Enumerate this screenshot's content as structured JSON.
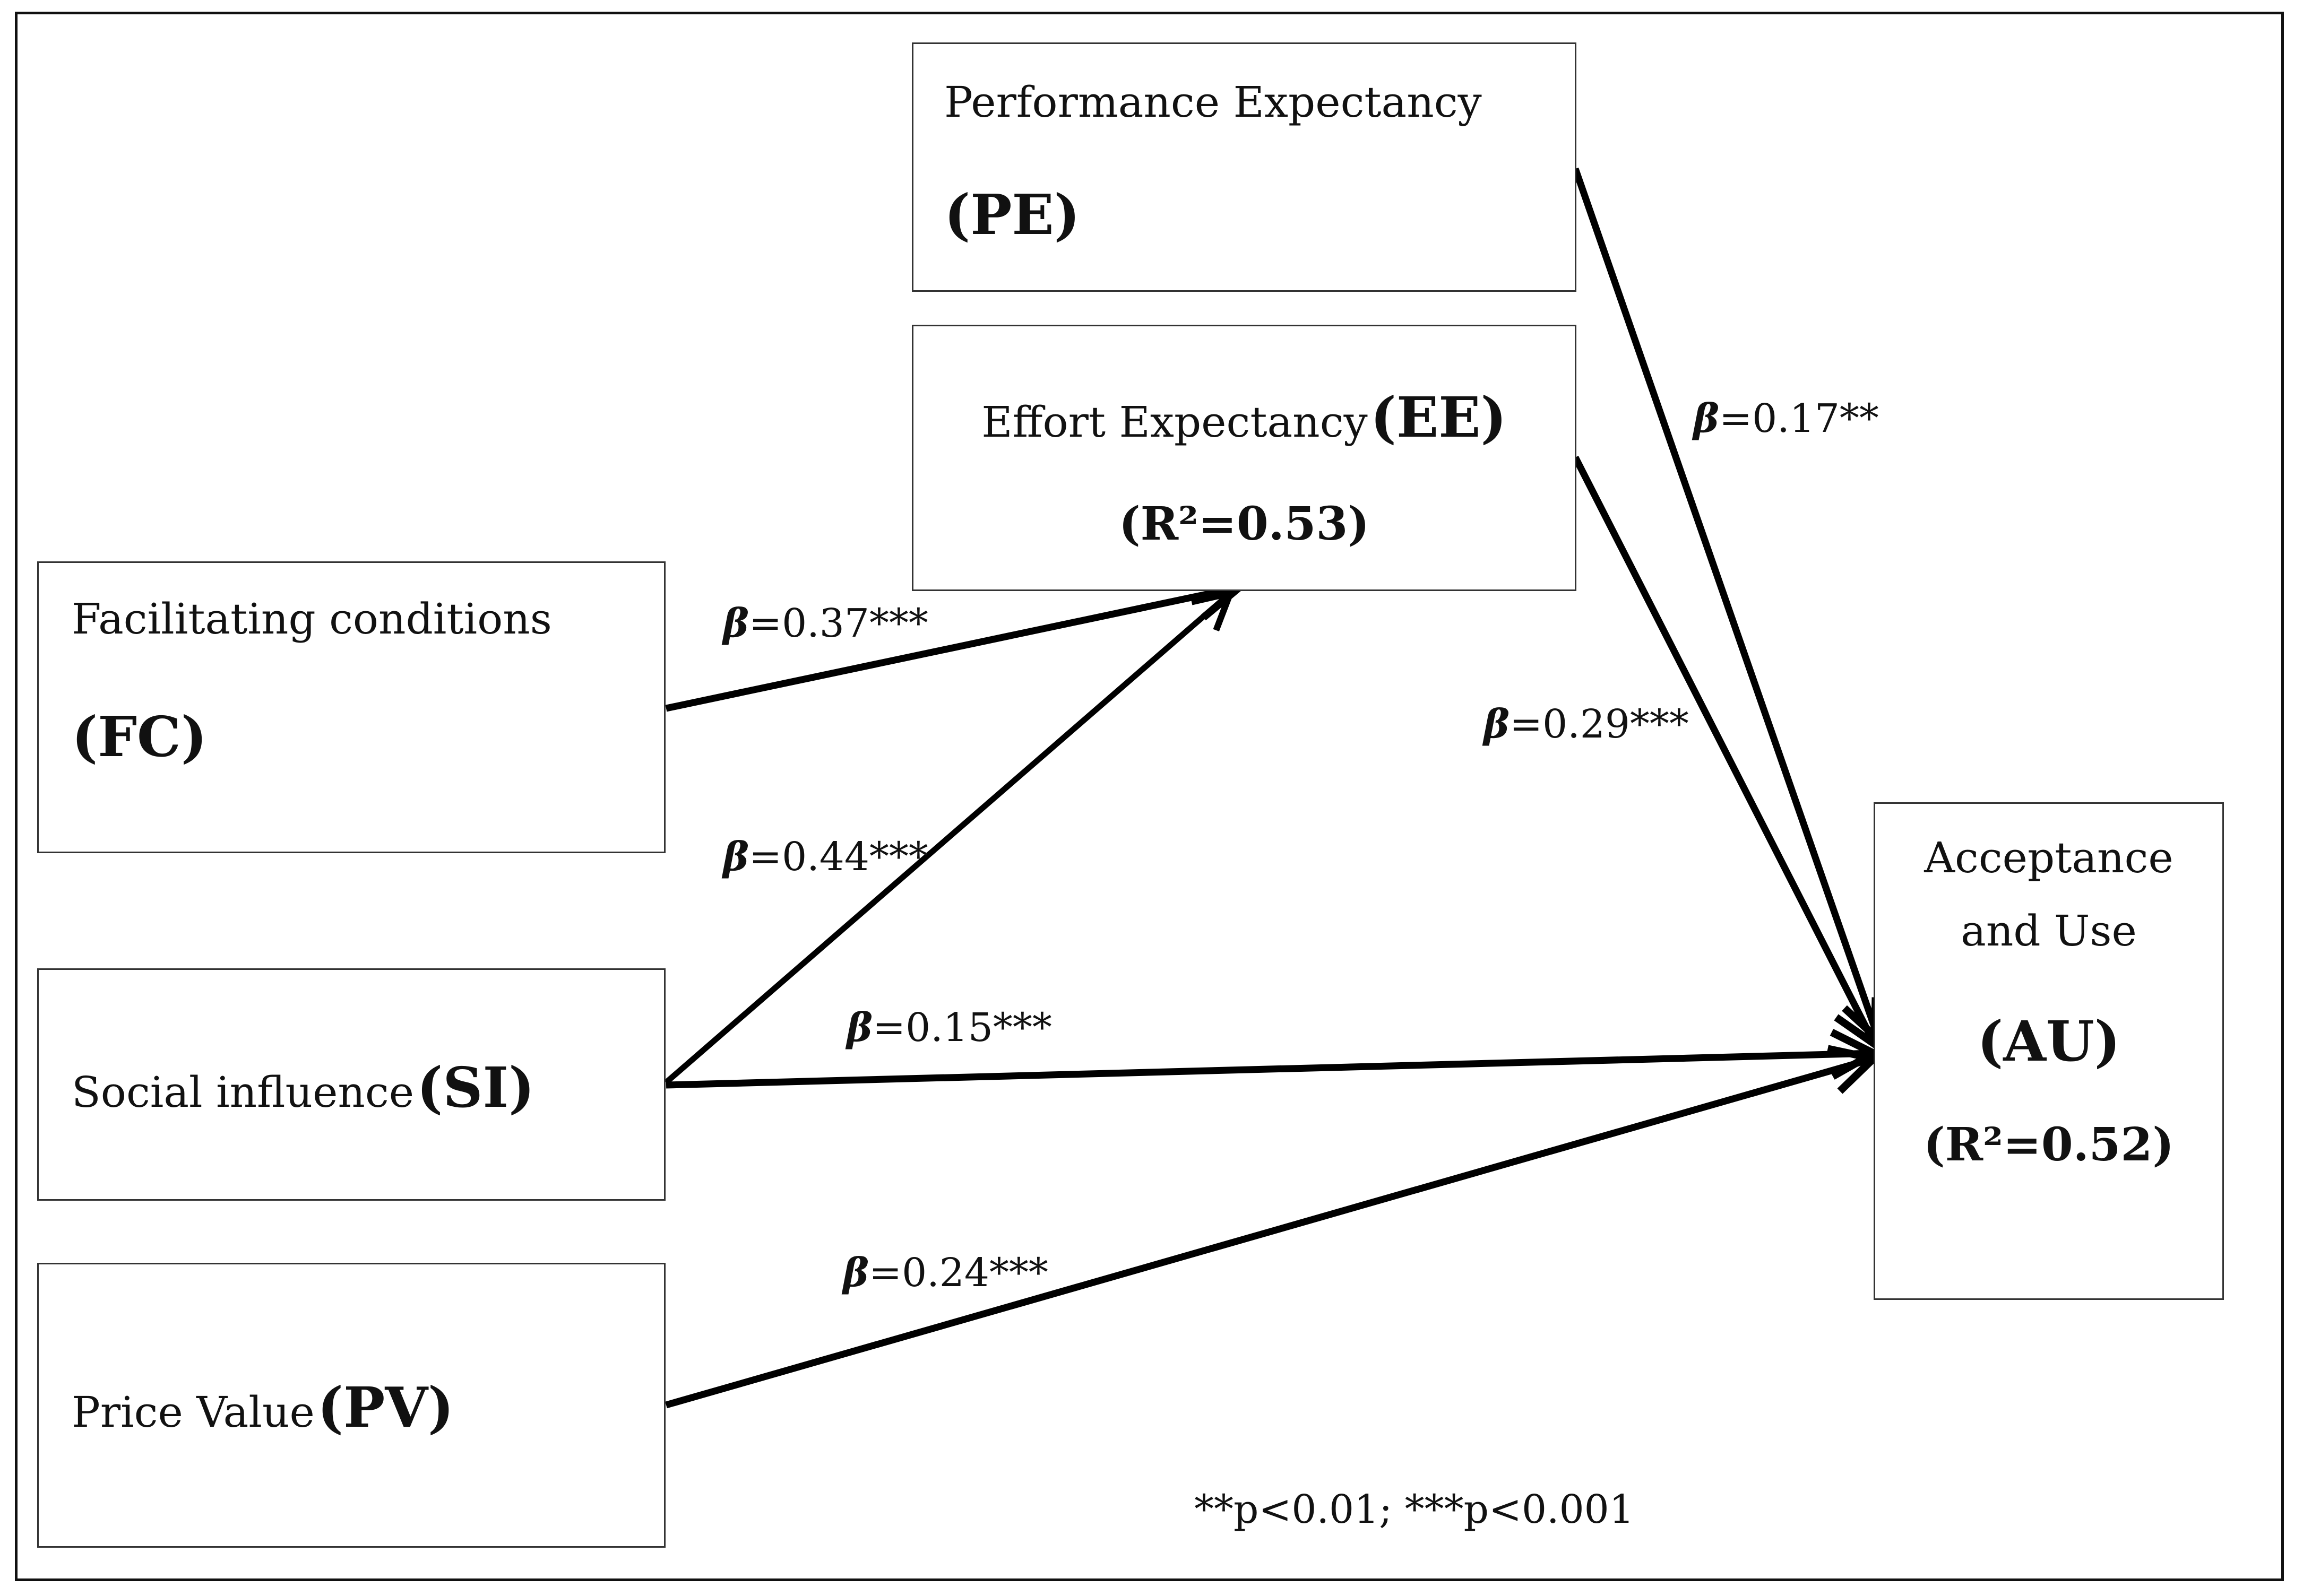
{
  "constructs": {
    "pe": {
      "name": "Performance Expectancy",
      "abbr": "(PE)"
    },
    "ee": {
      "name": "Effort Expectancy",
      "abbr": "(EE)",
      "r2": "(R²=0.53)"
    },
    "fc": {
      "name": "Facilitating conditions",
      "abbr": "(FC)"
    },
    "si": {
      "name": "Social influence",
      "abbr": "(SI)"
    },
    "pv": {
      "name": "Price Value",
      "abbr": "(PV)"
    },
    "au": {
      "name_line1": "Acceptance",
      "name_line2": "and Use",
      "abbr": "(AU)",
      "r2": "(R²=0.52)"
    }
  },
  "paths": [
    {
      "from": "fc",
      "to": "ee",
      "symbol": "β",
      "value": "=0.37***"
    },
    {
      "from": "si",
      "to": "ee",
      "symbol": "β",
      "value": "=0.44***"
    },
    {
      "from": "si",
      "to": "au",
      "symbol": "β",
      "value": "=0.15***"
    },
    {
      "from": "pv",
      "to": "au",
      "symbol": "β",
      "value": "=0.24***"
    },
    {
      "from": "pe",
      "to": "au",
      "symbol": "β",
      "value": "=0.17**"
    },
    {
      "from": "ee",
      "to": "au",
      "symbol": "β",
      "value": "=0.29***"
    }
  ],
  "footnote": "**p<0.01; ***p<0.001"
}
